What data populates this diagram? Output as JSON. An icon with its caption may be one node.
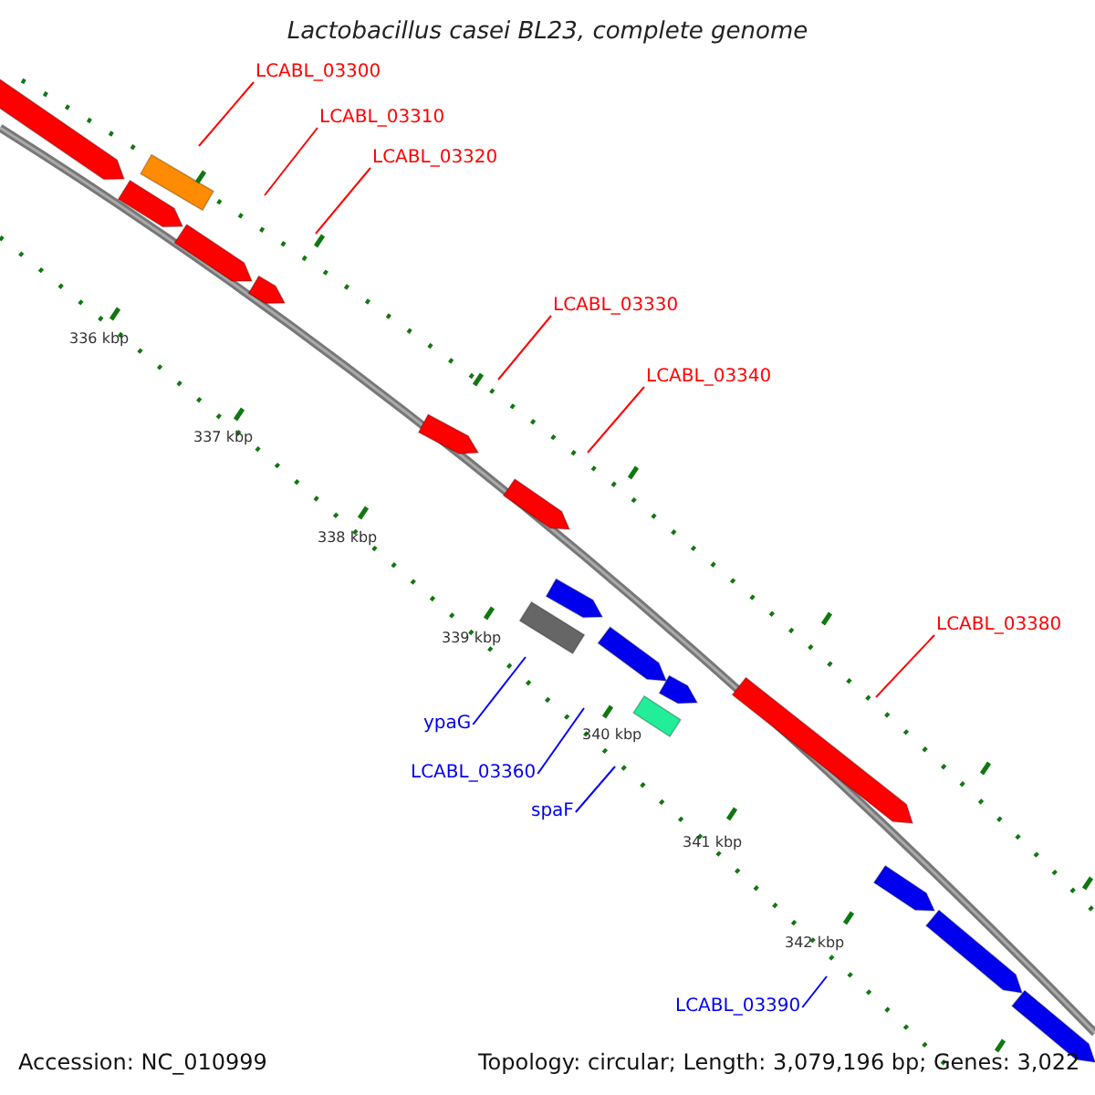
{
  "diagram": {
    "title": "Lactobacillus casei BL23, complete genome",
    "nodes": [
      {
        "text": [
          "LCABL_03300"
        ]
      },
      {
        "text": [
          "LCABL_03310"
        ]
      },
      {
        "text": [
          "LCABL_03320"
        ]
      },
      {
        "text": [
          "LCABL_03330"
        ]
      },
      {
        "text": [
          "LCABL_03340"
        ]
      },
      {
        "text": [
          "LCABL_03380"
        ]
      },
      {
        "text": [
          "ypaG"
        ]
      },
      {
        "text": [
          "LCABL_03360"
        ]
      },
      {
        "text": [
          "spaF"
        ]
      },
      {
        "text": [
          "LCABL_03390"
        ]
      }
    ],
    "edges": [
      {
        "from": 0,
        "to": null,
        "arrow": "none"
      },
      {
        "from": 1,
        "to": null,
        "arrow": "none"
      },
      {
        "from": 2,
        "to": null,
        "arrow": "none"
      },
      {
        "from": 3,
        "to": null,
        "arrow": "none"
      },
      {
        "from": 4,
        "to": null,
        "arrow": "none"
      },
      {
        "from": 5,
        "to": null,
        "arrow": "none"
      },
      {
        "from": 6,
        "to": null,
        "arrow": "none",
        "color": "#0000ff"
      },
      {
        "from": 7,
        "to": null,
        "arrow": "none",
        "color": "#0000ff"
      },
      {
        "from": 8,
        "to": null,
        "arrow": "none",
        "color": "#0000ff"
      },
      {
        "from": 9,
        "to": null,
        "arrow": "none",
        "color": "#0000ff"
      }
    ],
    "labels": [
      "336 kbp",
      "337 kbp",
      "338 kbp",
      "339 kbp",
      "340 kbp",
      "341 kbp",
      "342 kbp",
      "Accession: NC_010999",
      "Topology: circular; Length: 3,079,196 bp; Genes: 3,022"
    ]
  }
}
